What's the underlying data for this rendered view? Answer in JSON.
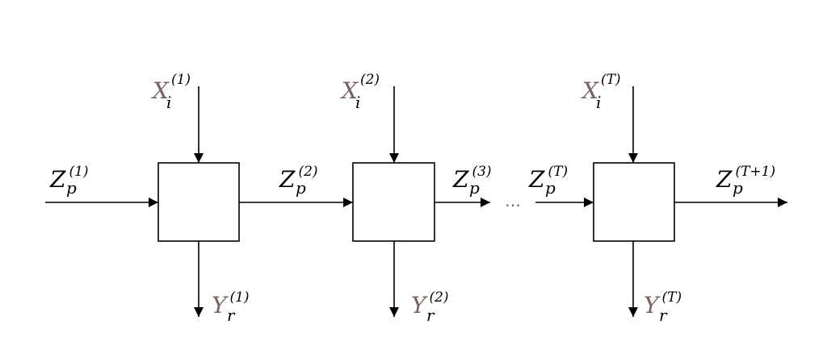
{
  "colors": {
    "line": "#000000",
    "z_label": "#000000",
    "xy_label": "#7a6260",
    "dots": "#7a6260"
  },
  "labels": {
    "x1": {
      "base": "X",
      "sub": "i",
      "sup": "(1)"
    },
    "x2": {
      "base": "X",
      "sub": "i",
      "sup": "(2)"
    },
    "xT": {
      "base": "X",
      "sub": "i",
      "sup": "(T)"
    },
    "y1": {
      "base": "Y",
      "sub": "r",
      "sup": "(1)"
    },
    "y2": {
      "base": "Y",
      "sub": "r",
      "sup": "(2)"
    },
    "yT": {
      "base": "Y",
      "sub": "r",
      "sup": "(T)"
    },
    "z1": {
      "base": "Z",
      "sub": "p",
      "sup": "(1)"
    },
    "z2": {
      "base": "Z",
      "sub": "p",
      "sup": "(2)"
    },
    "z3": {
      "base": "Z",
      "sub": "p",
      "sup": "(3)"
    },
    "zT": {
      "base": "Z",
      "sub": "p",
      "sup": "(T)"
    },
    "zT1": {
      "base": "Z",
      "sub": "p",
      "sup": "(T+1)"
    }
  },
  "ellipsis": "…"
}
